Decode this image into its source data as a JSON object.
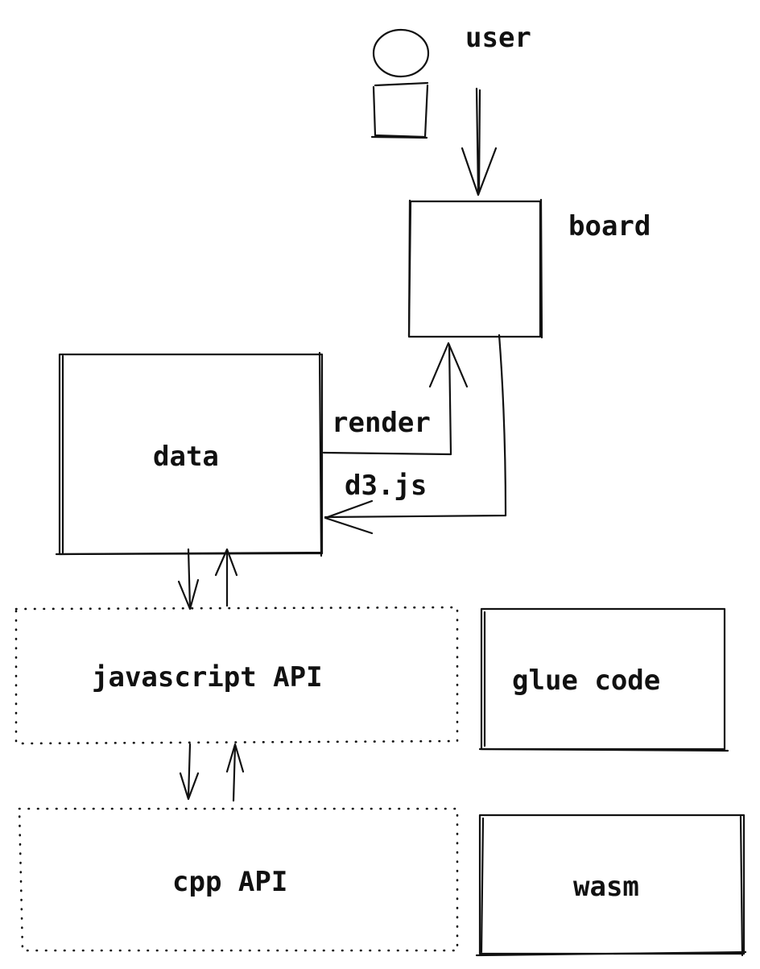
{
  "diagram": {
    "actor": {
      "label": "user"
    },
    "nodes": {
      "board": {
        "label": "board"
      },
      "data": {
        "label": "data"
      },
      "javascript_api": {
        "label": "javascript API"
      },
      "cpp_api": {
        "label": "cpp API"
      },
      "glue_code": {
        "label": "glue code"
      },
      "wasm": {
        "label": "wasm"
      }
    },
    "edges": {
      "render": {
        "label": "render",
        "from": "data",
        "to": "board"
      },
      "d3js": {
        "label": "d3.js",
        "from": "board",
        "to": "data"
      },
      "user_to_board": {
        "from": "user",
        "to": "board"
      },
      "data_to_javascript_api": {
        "from": "data",
        "to": "javascript API"
      },
      "javascript_api_to_data": {
        "from": "javascript API",
        "to": "data"
      },
      "javascript_api_to_cpp_api": {
        "from": "javascript API",
        "to": "cpp API"
      },
      "cpp_api_to_javascript_api": {
        "from": "cpp API",
        "to": "javascript API"
      }
    },
    "colors": {
      "stroke": "#111111",
      "background": "#ffffff"
    }
  }
}
